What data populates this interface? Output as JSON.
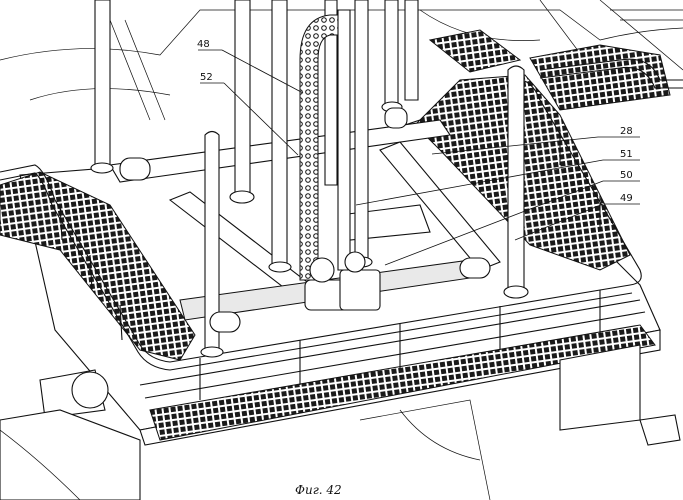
{
  "figure": {
    "caption": "Фиг. 42",
    "labels": [
      {
        "id": "48",
        "text": "48"
      },
      {
        "id": "52",
        "text": "52"
      },
      {
        "id": "28",
        "text": "28"
      },
      {
        "id": "51",
        "text": "51"
      },
      {
        "id": "50",
        "text": "50"
      },
      {
        "id": "49",
        "text": "49"
      }
    ]
  }
}
